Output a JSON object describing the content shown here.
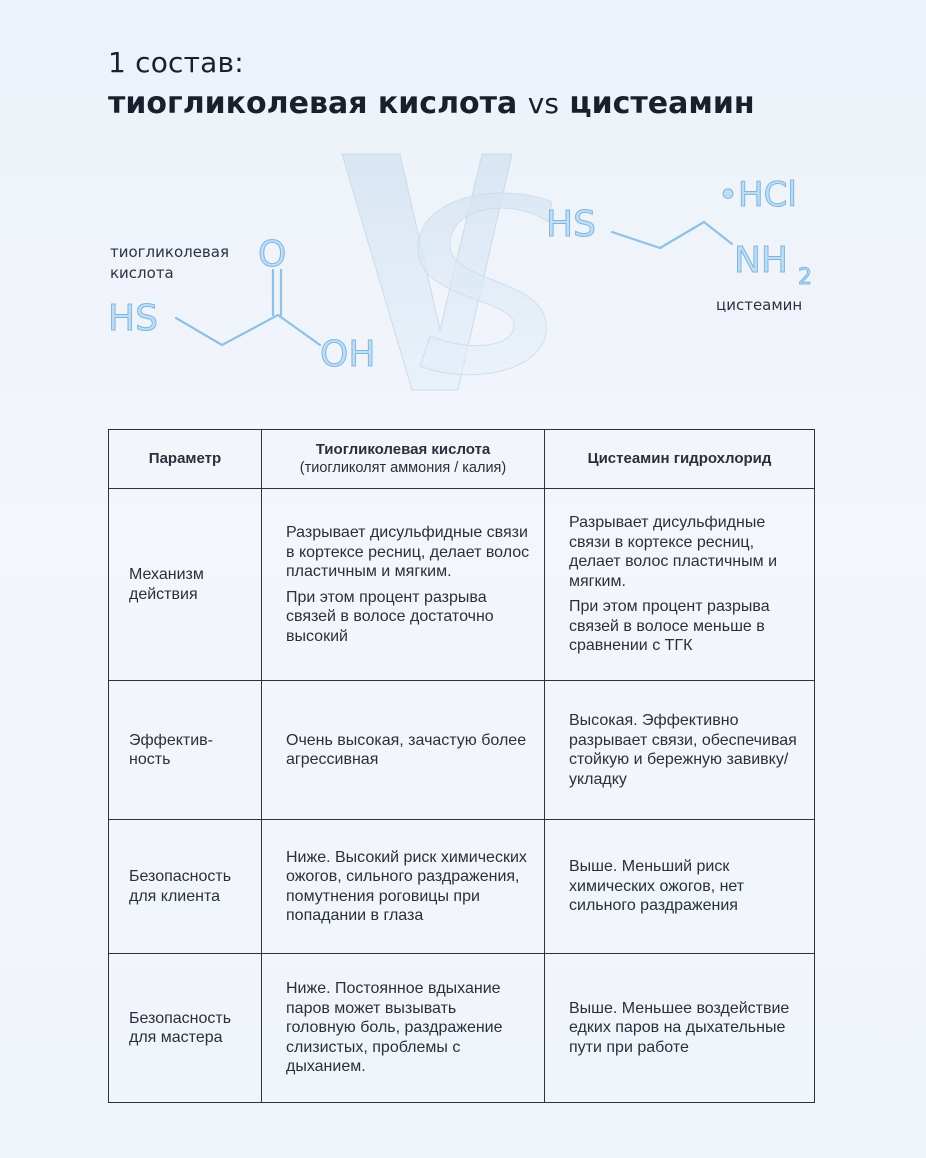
{
  "title": {
    "line1": "1 состав:",
    "left_compound": "тиогликолевая кислота",
    "vs": "vs",
    "right_compound": "цистеамин"
  },
  "hero": {
    "left_label_line1": "тиогликолевая",
    "left_label_line2": "кислота",
    "right_label": "цистеамин",
    "left_formula": {
      "hs": "HS",
      "o": "O",
      "oh": "OH"
    },
    "right_formula": {
      "hs": "HS",
      "hcl": "•HCl",
      "nh": "NH",
      "sub2": "2"
    },
    "watermark": "VS"
  },
  "table": {
    "headers": {
      "param": "Параметр",
      "col1_title": "Тиогликолевая кислота",
      "col1_sub": "(тиогликолят аммония / калия)",
      "col2_title": "Цистеамин гидрохлорид"
    },
    "rows": [
      {
        "param": "Механизм действия",
        "col1": [
          "Разрывает дисульфидные связи в кортексе ресниц, делает волос пластичным и мягким.",
          "При этом процент разрыва связей в волосе достаточно высокий"
        ],
        "col2": [
          "Разрывает дисульфидные связи в кортексе ресниц, делает волос пластичным и мягким.",
          "При этом процент разрыва связей в волосе меньше в сравнении с ТГК"
        ]
      },
      {
        "param": "Эффектив-ность",
        "col1": [
          "Очень высокая, зачастую более агрессивная"
        ],
        "col2": [
          "Высокая. Эффективно разрывает связи, обеспечивая стойкую и бережную завивку/укладку"
        ]
      },
      {
        "param": "Безопасность для клиента",
        "col1": [
          "Ниже. Высокий риск химических ожогов, сильного раздражения, помутнения роговицы при попадании в глаза"
        ],
        "col2": [
          "Выше. Меньший риск химических ожогов, нет сильного раздражения"
        ]
      },
      {
        "param": "Безопасность для мастера",
        "col1": [
          "Ниже. Постоянное вдыхание паров может вызывать головную боль, раздражение слизистых, проблемы с дыханием."
        ],
        "col2": [
          "Выше. Меньшее воздействие едких паров на дыхательные пути при работе"
        ]
      }
    ]
  },
  "colors": {
    "formula": "#a9d0ee",
    "formula_stroke": "#7fb6e0",
    "watermark": "#dbe7f3",
    "border": "#2c3240",
    "text": "#1a1f2c"
  }
}
